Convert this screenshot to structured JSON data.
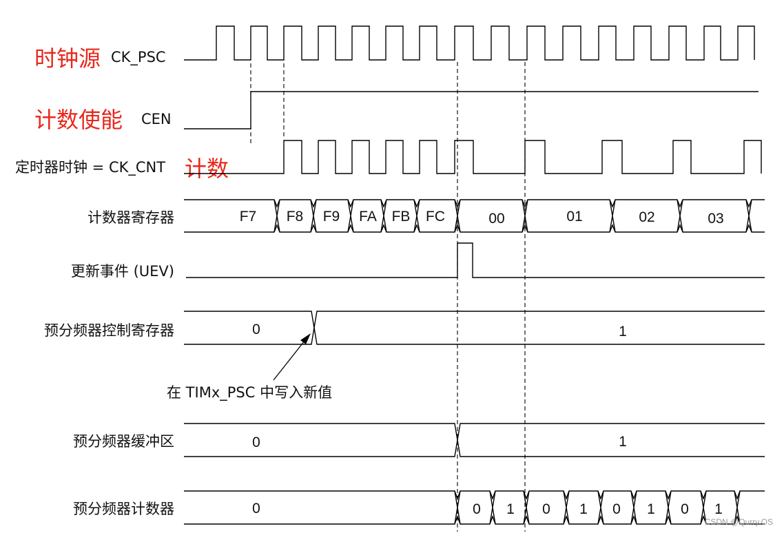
{
  "labels": {
    "ck_psc_cn": "时钟源",
    "ck_psc": "CK_PSC",
    "cen_cn": "计数使能",
    "cen": "CEN",
    "ck_cnt": "定时器时钟 = CK_CNT",
    "ck_cnt_cn": "计数",
    "counter_reg": "计数器寄存器",
    "uev": "更新事件 (UEV)",
    "psc_ctrl_reg": "预分频器控制寄存器",
    "psc_buffer": "预分频器缓冲区",
    "psc_counter": "预分频器计数器"
  },
  "counter_values": [
    "F7",
    "F8",
    "F9",
    "FA",
    "FB",
    "FC",
    "00",
    "01",
    "02",
    "03"
  ],
  "psc_ctrl_values": [
    "0",
    "1"
  ],
  "psc_buffer_values": [
    "0",
    "1"
  ],
  "psc_counter_values": [
    "0",
    "0",
    "1",
    "0",
    "1",
    "0",
    "1",
    "0",
    "1"
  ],
  "annotation": "在 TIMx_PSC 中写入新值",
  "watermark": "CSDN @Qurry.OS",
  "colors": {
    "highlight": "#e8271c",
    "line": "#000000"
  }
}
